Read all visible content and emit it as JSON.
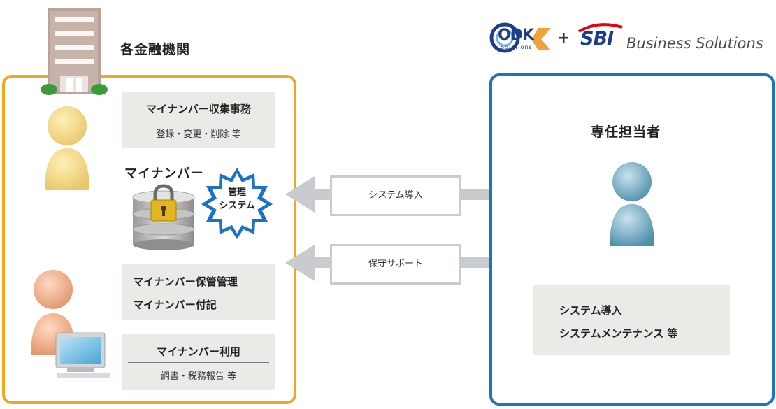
{
  "left_org": {
    "title": "各金融機関"
  },
  "right_org": {
    "title": "専任担当者"
  },
  "logo": {
    "plus": "+",
    "odk": "ODK",
    "odk_sub": "Solutions",
    "sbi": "SBI",
    "sbi_tagline": "Business Solutions"
  },
  "box_collect": {
    "title": "マイナンバー収集事務",
    "sub": "登録・変更・削除 等"
  },
  "mynumber_label": "マイナンバー",
  "mgmt_badge": {
    "line1": "管理",
    "line2": "システム"
  },
  "box_storage": {
    "line1": "マイナンバー保管管理",
    "line2": "マイナンバー付記"
  },
  "box_usage": {
    "title": "マイナンバー利用",
    "sub": "調書・税務報告 等"
  },
  "arrows": [
    {
      "label": "システム導入"
    },
    {
      "label": "保守サポート"
    }
  ],
  "box_services": {
    "line1": "システム導入",
    "line2": "システムメンテナンス 等"
  },
  "colors": {
    "left_frame": "#f2a81e",
    "right_frame": "#1f74bb",
    "arrow": "#c9ccce",
    "box_bg": "#ebeae6",
    "badge": "#1a73c7"
  }
}
